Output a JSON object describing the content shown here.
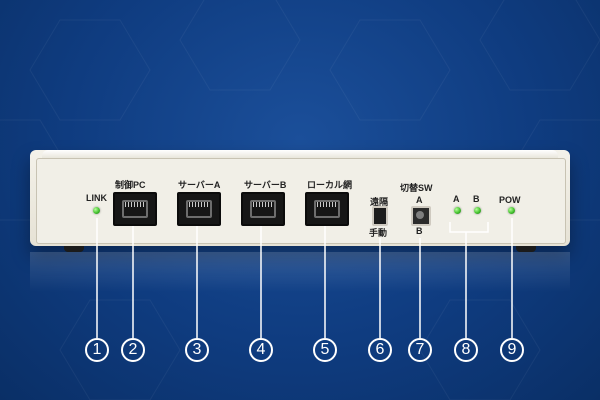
{
  "device": {
    "labels": {
      "link": "LINK",
      "control_pc": "制御PC",
      "server_a": "サーバーA",
      "server_b": "サーバーB",
      "local_net": "ローカル網",
      "remote": "遠隔",
      "manual": "手動",
      "switch_sw": "切替SW",
      "switch_a": "A",
      "switch_b": "B",
      "led_a": "A",
      "led_b": "B",
      "pow": "POW"
    },
    "colors": {
      "background": "#0f3c80",
      "panel": "#f1efe7",
      "led_green": "#45c22f",
      "callout": "#ffffff"
    },
    "icons": {
      "rj45_port": "ethernet-port-icon",
      "push_button": "push-button-icon",
      "toggle_switch": "toggle-switch-icon",
      "led": "led-indicator-icon"
    }
  },
  "callouts": [
    "1",
    "2",
    "3",
    "4",
    "5",
    "6",
    "7",
    "8",
    "9"
  ]
}
